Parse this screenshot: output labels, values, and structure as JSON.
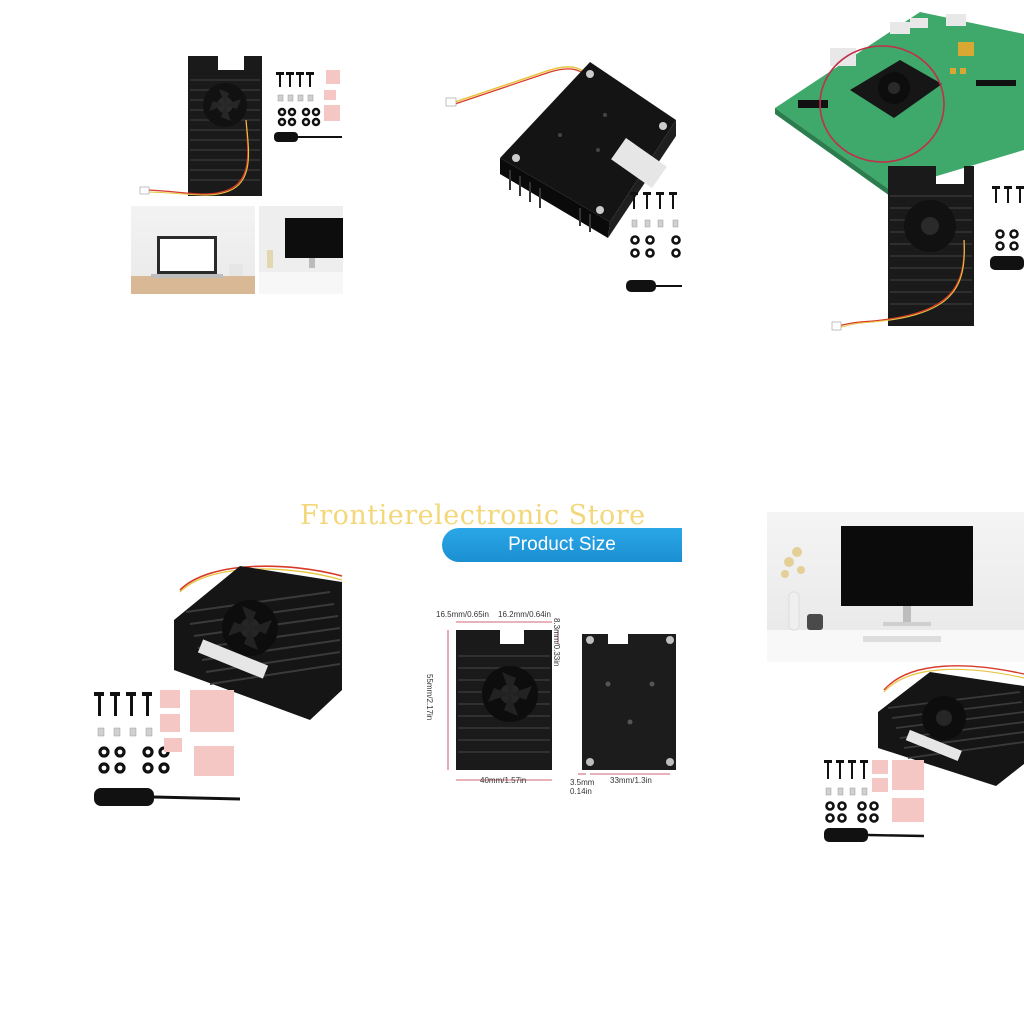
{
  "watermark": {
    "text": "Frontierelectronic Store"
  },
  "product_size": {
    "banner": "Product Size",
    "dimensions": {
      "top_left": "16.5mm/0.65in",
      "top_middle": "16.2mm/0.64in",
      "right_depth": "8.3mm/0.33in",
      "height": "55mm/2.17in",
      "width": "40mm/1.57in",
      "edge_offset_mm": "3.5mm",
      "edge_offset_in": "0.14in",
      "hole_spacing": "33mm/1.3in"
    }
  },
  "colors": {
    "heatsink": "#1a1a1a",
    "thermal_pad": "#f4c6c4",
    "pcb": "#3fa86b",
    "banner": "#1f97da",
    "watermark": "#f2d36b",
    "dimension_line": "#c0304a"
  }
}
